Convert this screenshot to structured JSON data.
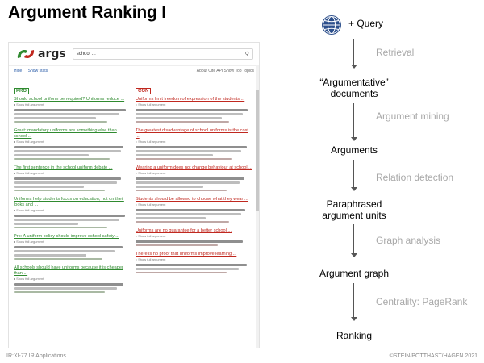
{
  "slide": {
    "title": "Argument Ranking I",
    "footer_left": "IR:XI-77   IR Applications",
    "footer_right": "©STEIN/POTTHAST/HAGEN 2021"
  },
  "screenshot": {
    "logo_text": "args",
    "search_query": "school ...",
    "nav_links": [
      "Hide",
      "Show stats"
    ],
    "right_info": "About   Cite   API   Show   Top   Topics",
    "pro_label": "PRO",
    "con_label": "CON",
    "pro_results": [
      {
        "title": "Should school uniform be required? Uniforms reduce ...",
        "meta": "▸ Show full argument"
      },
      {
        "title": "Great: mandatory uniforms are something else than school ...",
        "meta": "▸ Show full argument"
      },
      {
        "title": "The first sentence in the school uniform debate ...",
        "meta": "▸ Show full argument"
      },
      {
        "title": "Uniforms help students focus on education, not on their looks and ...",
        "meta": "▸ Show full argument"
      },
      {
        "title": "Pro: A uniform policy should improve school safety ...",
        "meta": "▸ Show full argument"
      },
      {
        "title": "All schools should have uniforms because it is cheaper than ...",
        "meta": "▸ Show full argument"
      }
    ],
    "con_results": [
      {
        "title": "Uniforms limit freedom of expression of the students ...",
        "meta": "▸ Show full argument"
      },
      {
        "title": "The greatest disadvantage of school uniforms is the cost ...",
        "meta": "▸ Show full argument"
      },
      {
        "title": "Wearing a uniform does not change behaviour at school ...",
        "meta": "▸ Show full argument"
      },
      {
        "title": "Students should be allowed to choose what they wear ...",
        "meta": "▸ Show full argument"
      },
      {
        "title": "Uniforms are no guarantee for a better school ...",
        "meta": "▸ Show full argument"
      },
      {
        "title": "There is no proof that uniforms improve learning ...",
        "meta": "▸ Show full argument"
      }
    ]
  },
  "pipeline": {
    "input": "+ Query",
    "steps": [
      "“Argumentative” documents",
      "Arguments",
      "Paraphrased argument units",
      "Argument graph",
      "Ranking"
    ],
    "processes": [
      "Retrieval",
      "Argument mining",
      "Relation detection",
      "Graph analysis",
      "Centrality: PageRank"
    ]
  },
  "colors": {
    "pro": "#2f8a2f",
    "con": "#c0281f",
    "process": "#a8a8a8"
  },
  "icons": {
    "input": "globe-icon",
    "logo": "args-logo-icon",
    "search": "magnifier-icon"
  }
}
